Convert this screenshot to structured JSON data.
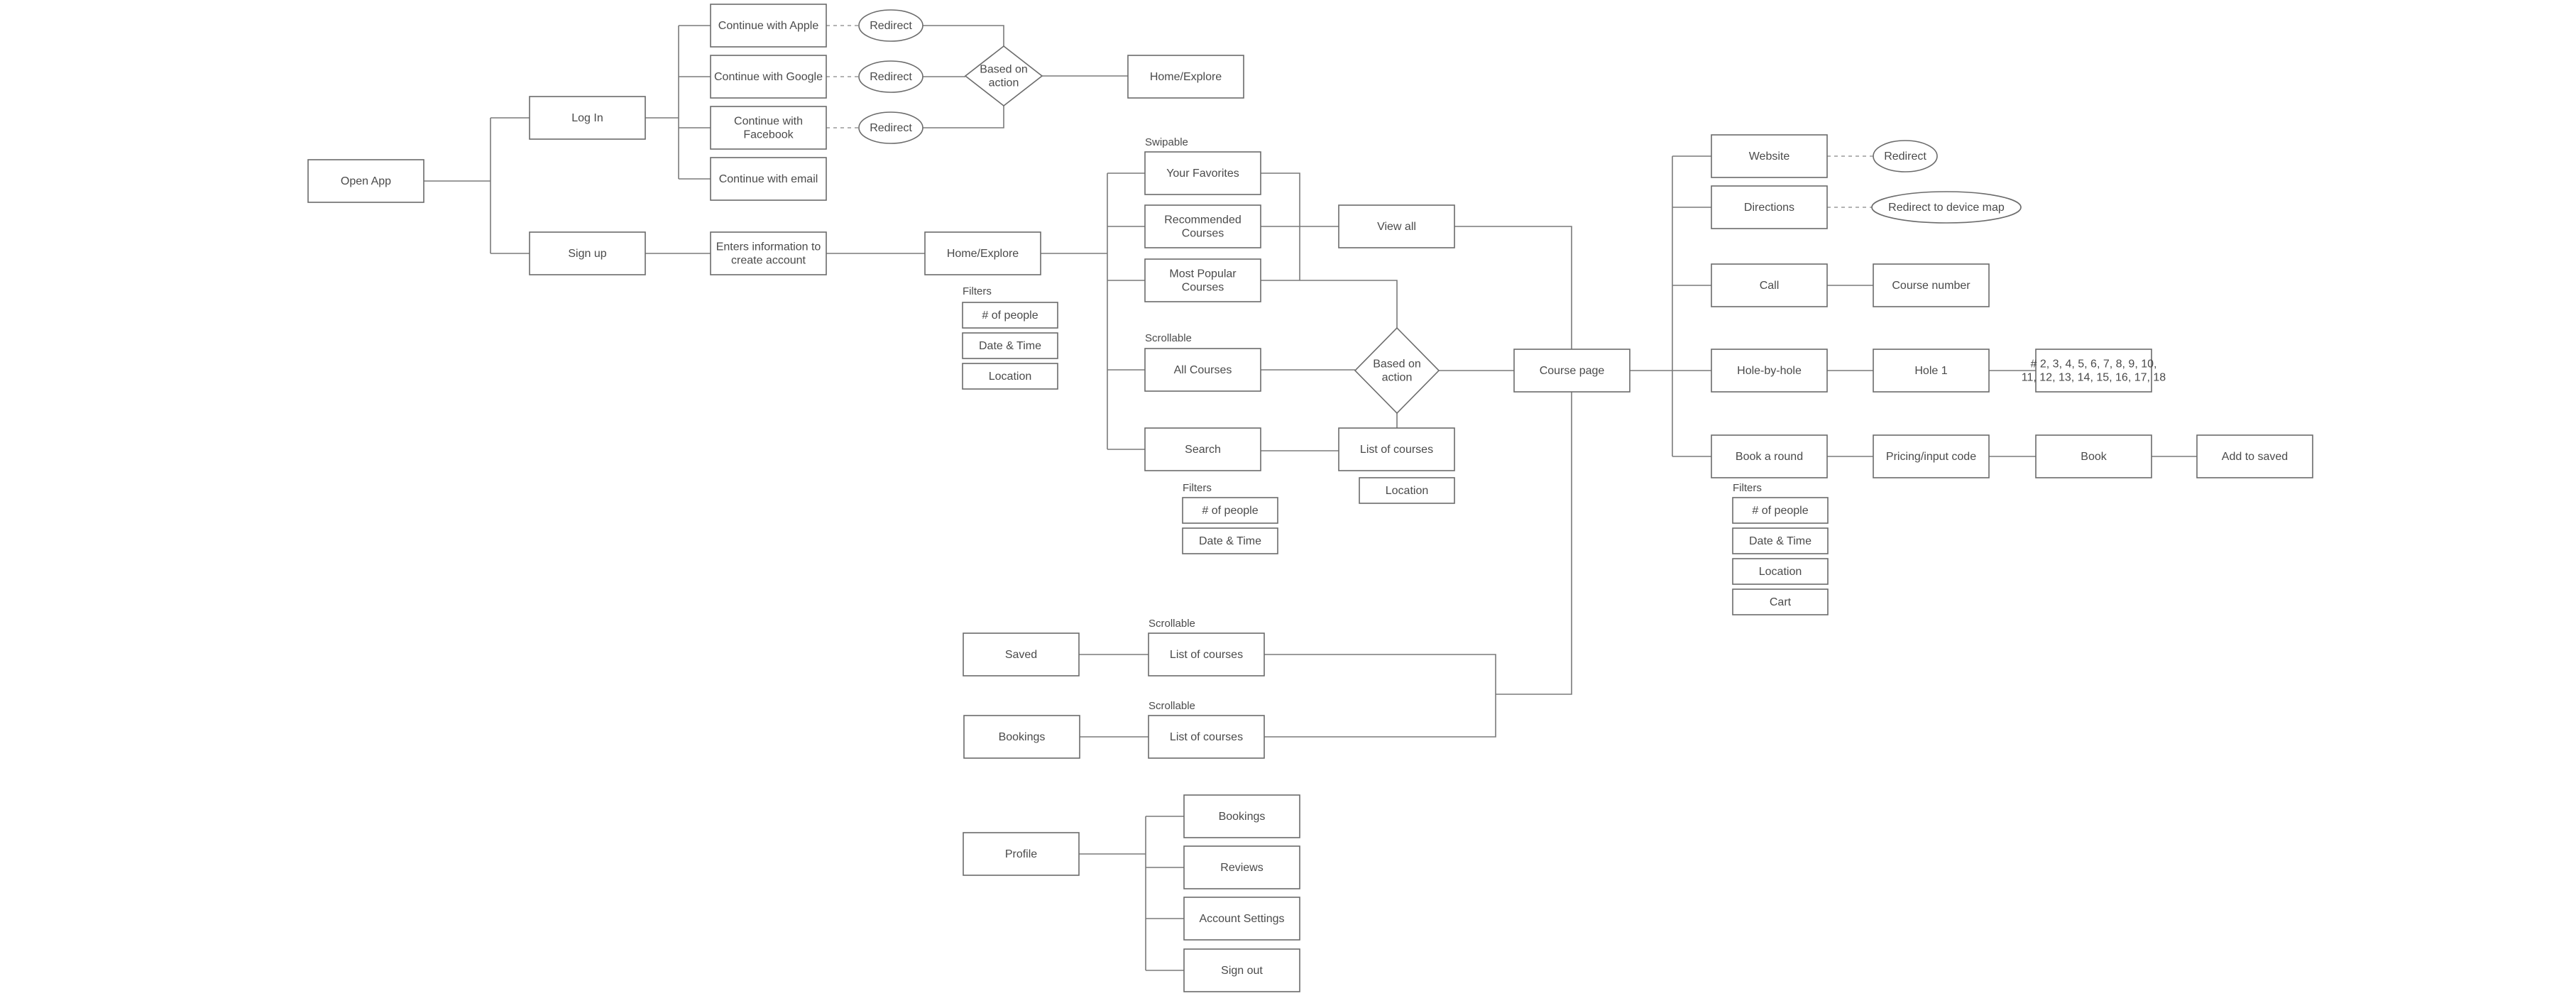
{
  "nodes": {
    "open_app": "Open App",
    "log_in": "Log In",
    "sign_up": "Sign up",
    "continue_apple": "Continue with Apple",
    "continue_google": "Continue with Google",
    "continue_facebook": [
      "Continue with",
      "Facebook"
    ],
    "continue_email": "Continue with email",
    "redirect_apple": "Redirect",
    "redirect_google": "Redirect",
    "redirect_facebook": "Redirect",
    "based_on_action_login": [
      "Based on",
      "action"
    ],
    "home_explore_login": "Home/Explore",
    "enters_information": [
      "Enters information to",
      "create account"
    ],
    "home_explore_signup": "Home/Explore",
    "filter_home_people": "# of people",
    "filter_home_datetime": "Date & Time",
    "filter_home_location": "Location",
    "your_favorites": "Your Favorites",
    "recommended_courses": [
      "Recommended",
      "Courses"
    ],
    "most_popular_courses": [
      "Most Popular",
      "Courses"
    ],
    "all_courses": "All Courses",
    "search": "Search",
    "view_all": "View all",
    "based_on_action_main": [
      "Based on",
      "action"
    ],
    "list_of_courses_search": "List of courses",
    "location_search": "Location",
    "filter_search_people": "# of people",
    "filter_search_datetime": "Date & Time",
    "course_page": "Course page",
    "website": "Website",
    "redirect_website": "Redirect",
    "directions": "Directions",
    "redirect_device_map": "Redirect to device map",
    "call": "Call",
    "course_number": "Course number",
    "hole_by_hole": "Hole-by-hole",
    "hole_1": "Hole 1",
    "hole_list": [
      "# 2, 3, 4, 5, 6, 7, 8, 9, 10,",
      "11, 12, 13, 14, 15, 16, 17, 18"
    ],
    "book_a_round": "Book a round",
    "pricing_input_code": "Pricing/input code",
    "book": "Book",
    "add_to_saved": "Add to saved",
    "filter_book_people": "# of people",
    "filter_book_datetime": "Date & Time",
    "filter_book_location": "Location",
    "filter_book_cart": "Cart",
    "saved": "Saved",
    "list_of_courses_saved": "List of courses",
    "bookings": "Bookings",
    "list_of_courses_bookings": "List of courses",
    "profile": "Profile",
    "profile_bookings": "Bookings",
    "profile_reviews": "Reviews",
    "profile_account_settings": "Account Settings",
    "profile_sign_out": "Sign out"
  },
  "captions": {
    "swipable": "Swipable",
    "scrollable_all": "Scrollable",
    "filters_home": "Filters",
    "filters_search": "Filters",
    "filters_book": "Filters",
    "scrollable_saved": "Scrollable",
    "scrollable_bookings": "Scrollable"
  }
}
